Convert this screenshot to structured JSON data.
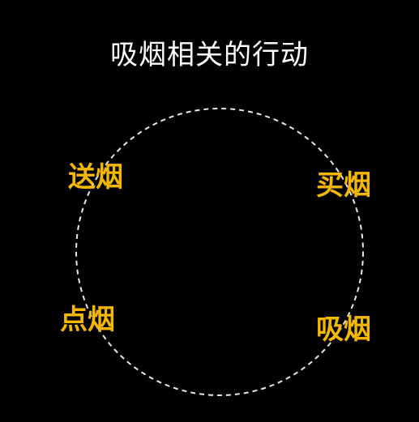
{
  "title": "吸烟相关的行动",
  "actions": [
    {
      "id": "send",
      "label": "送烟"
    },
    {
      "id": "buy",
      "label": "买烟"
    },
    {
      "id": "light",
      "label": "点烟"
    },
    {
      "id": "smoke",
      "label": "吸烟"
    }
  ],
  "colors": {
    "background": "#000000",
    "title": "#ffffff",
    "label": "#f5b800",
    "ring": "#e8e8e8"
  }
}
